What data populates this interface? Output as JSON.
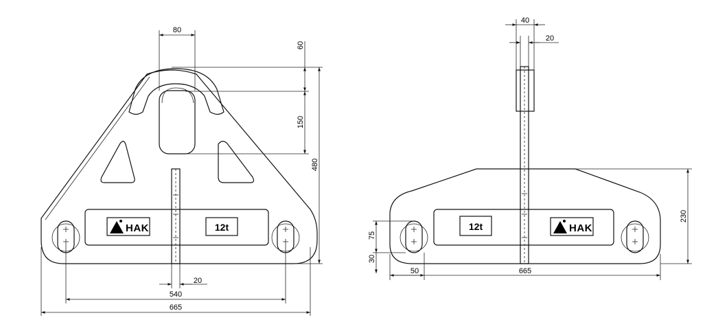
{
  "colors": {
    "line": "#111111",
    "background": "#ffffff",
    "brand_fill": "#000000"
  },
  "brand": {
    "name": "HAK",
    "logo": "triangle-logo-icon"
  },
  "load_label": "12t",
  "front_view": {
    "dimensions": {
      "slot_width": "80",
      "top_offset": "60",
      "slot_height": "150",
      "overall_height": "480",
      "plate_thickness": "20",
      "hole_spacing": "540",
      "overall_width": "665"
    }
  },
  "side_view": {
    "dimensions": {
      "hook_width": "40",
      "plate_thickness": "20",
      "base_height": "230",
      "hole_vertical": "75",
      "hole_bottom": "30",
      "hole_edge": "50",
      "overall_length": "665"
    }
  }
}
